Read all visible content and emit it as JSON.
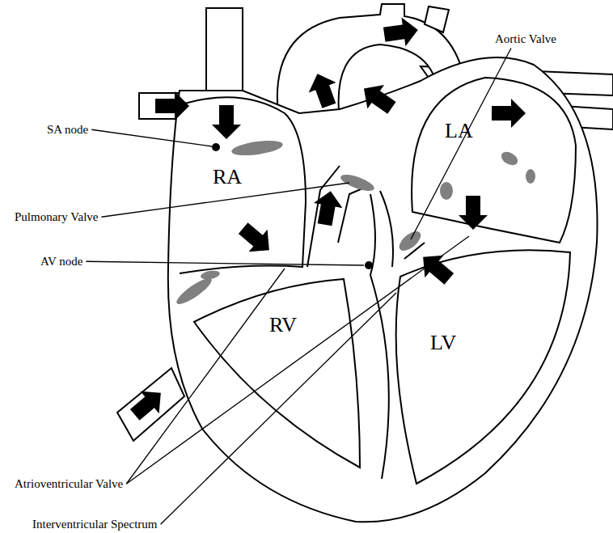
{
  "diagram": {
    "labels": [
      "Aortic Valve",
      "SA node",
      "LA",
      "RA",
      "Pulmonary Valve",
      "AV node",
      "RV",
      "LV",
      "Atrioventricular Valve",
      "Interventricular Spectrum"
    ]
  }
}
